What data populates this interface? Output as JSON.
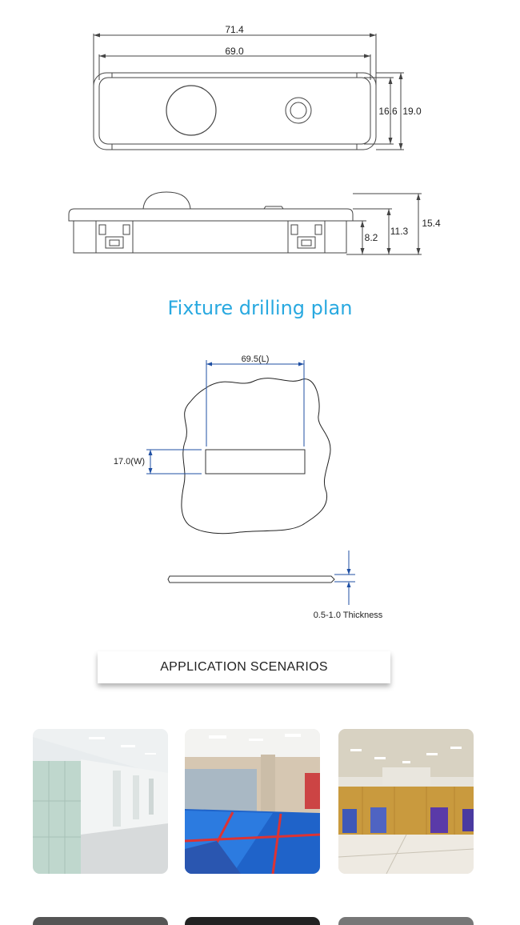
{
  "top_view": {
    "dim_outer_width": "71.4",
    "dim_inner_width": "69.0",
    "dim_inner_height": "16.6",
    "dim_outer_height": "19.0"
  },
  "side_view": {
    "dim_total_height": "15.4",
    "dim_body_height": "11.3",
    "dim_clip_height": "8.2"
  },
  "section_title": "Fixture drilling plan",
  "drilling_plan": {
    "length_label": "69.5(L)",
    "width_label": "17.0(W)",
    "thickness_label": "0.5-1.0 Thickness"
  },
  "scenarios_title": "APPLICATION SCENARIOS",
  "colors": {
    "accent": "#29a9e0",
    "line": "#333333",
    "dim_line": "#1f4fa3"
  },
  "photos": [
    {
      "name": "corridor-with-lockers"
    },
    {
      "name": "dance-studio-mats"
    },
    {
      "name": "indoor-gym"
    }
  ]
}
